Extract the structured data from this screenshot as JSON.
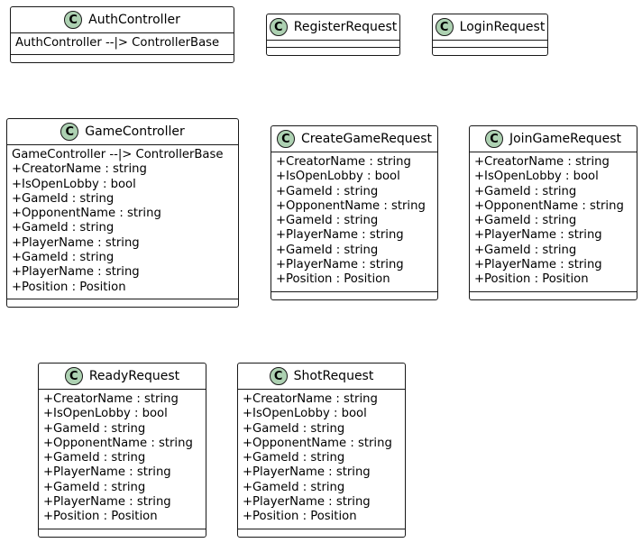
{
  "classes": [
    {
      "id": "auth",
      "stereotype": "C",
      "name": "AuthController",
      "members": [
        "AuthController --|> ControllerBase"
      ],
      "methods": []
    },
    {
      "id": "register",
      "stereotype": "C",
      "name": "RegisterRequest",
      "members": [],
      "methods": []
    },
    {
      "id": "login",
      "stereotype": "C",
      "name": "LoginRequest",
      "members": [],
      "methods": []
    },
    {
      "id": "game",
      "stereotype": "C",
      "name": "GameController",
      "members": [
        "GameController --|> ControllerBase",
        "+CreatorName : string",
        "+IsOpenLobby : bool",
        "+GameId : string",
        "+OpponentName : string",
        "+GameId : string",
        "+PlayerName : string",
        "+GameId : string",
        "+PlayerName : string",
        "+Position : Position"
      ],
      "methods": []
    },
    {
      "id": "creategame",
      "stereotype": "C",
      "name": "CreateGameRequest",
      "members": [
        "+CreatorName : string",
        "+IsOpenLobby : bool",
        "+GameId : string",
        "+OpponentName : string",
        "+GameId : string",
        "+PlayerName : string",
        "+GameId : string",
        "+PlayerName : string",
        "+Position : Position"
      ],
      "methods": []
    },
    {
      "id": "joingame",
      "stereotype": "C",
      "name": "JoinGameRequest",
      "members": [
        "+CreatorName : string",
        "+IsOpenLobby : bool",
        "+GameId : string",
        "+OpponentName : string",
        "+GameId : string",
        "+PlayerName : string",
        "+GameId : string",
        "+PlayerName : string",
        "+Position : Position"
      ],
      "methods": []
    },
    {
      "id": "ready",
      "stereotype": "C",
      "name": "ReadyRequest",
      "members": [
        "+CreatorName : string",
        "+IsOpenLobby : bool",
        "+GameId : string",
        "+OpponentName : string",
        "+GameId : string",
        "+PlayerName : string",
        "+GameId : string",
        "+PlayerName : string",
        "+Position : Position"
      ],
      "methods": []
    },
    {
      "id": "shot",
      "stereotype": "C",
      "name": "ShotRequest",
      "members": [
        "+CreatorName : string",
        "+IsOpenLobby : bool",
        "+GameId : string",
        "+OpponentName : string",
        "+GameId : string",
        "+PlayerName : string",
        "+GameId : string",
        "+PlayerName : string",
        "+Position : Position"
      ],
      "methods": []
    }
  ]
}
